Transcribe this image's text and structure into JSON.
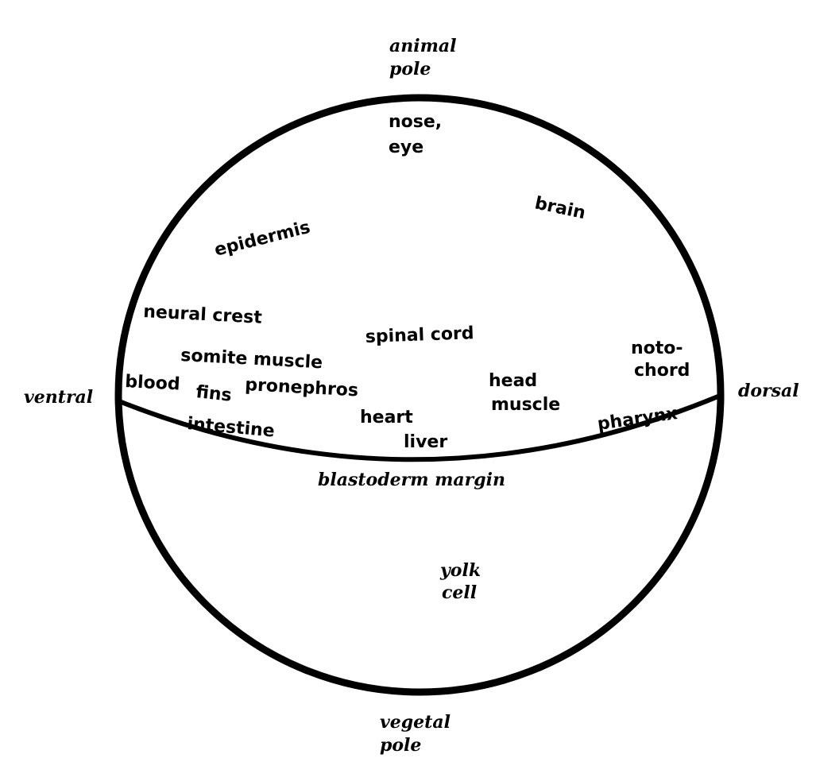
{
  "colors": {
    "ink": "#000000",
    "background": "#ffffff"
  },
  "orientation": {
    "animal_pole": [
      "animal",
      "pole"
    ],
    "vegetal_pole": [
      "vegetal",
      "pole"
    ],
    "ventral": "ventral",
    "dorsal": "dorsal",
    "blastoderm_margin": "blastoderm margin",
    "yolk_cell": [
      "yolk",
      "cell"
    ]
  },
  "fate_map": {
    "nose_eye": [
      "nose,",
      "eye"
    ],
    "brain": "brain",
    "epidermis": "epidermis",
    "neural_crest": "neural crest",
    "spinal_cord": "spinal cord",
    "notochord": [
      "noto-",
      "chord"
    ],
    "somite_muscle": "somite muscle",
    "blood": "blood",
    "fins": "fins",
    "pronephros": "pronephros",
    "head_muscle": [
      "head",
      "muscle"
    ],
    "intestine": "intestine",
    "heart": "heart",
    "pharynx": "pharynx",
    "liver": "liver"
  }
}
